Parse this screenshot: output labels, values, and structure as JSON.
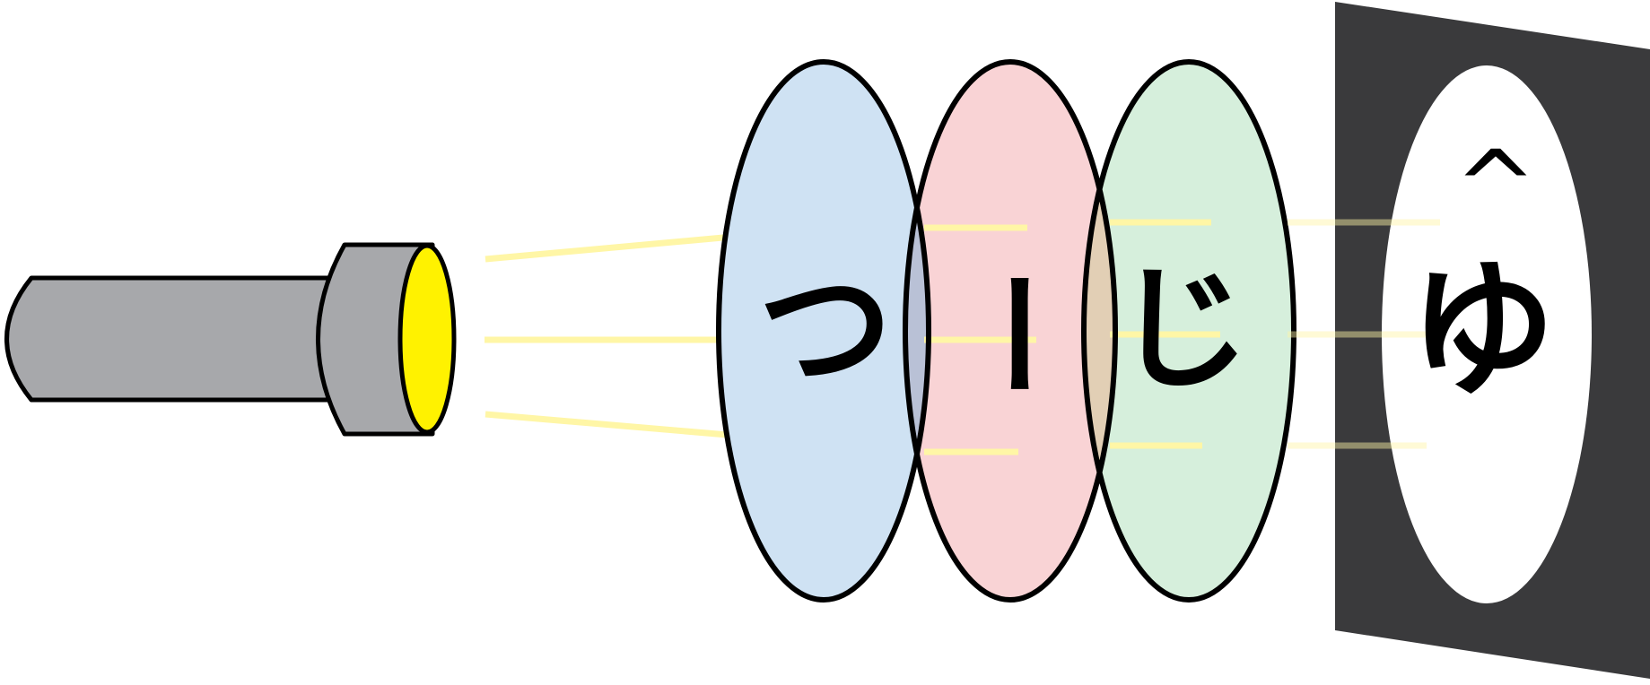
{
  "colors": {
    "background": "#ffffff",
    "outline": "#000000",
    "flashlight_body": "#a7a8ab",
    "flashlight_lens": "#fff200",
    "light_beam": "#fff6a6",
    "slide_1": "#cfe2f3",
    "slide_2": "#f9d3d5",
    "slide_3": "#d6efdc",
    "slide_overlap": "#e2cfb5",
    "screen": "#3a3a3c",
    "projection_disc": "#ffffff"
  },
  "glyphs": {
    "slide_1": "つ",
    "slide_2": "ー",
    "slide_3": "じ",
    "projection_mark": "^",
    "projection_main": "ゆ"
  },
  "icons": {
    "light_source": "flashlight-icon",
    "screen": "projection-screen-icon"
  }
}
